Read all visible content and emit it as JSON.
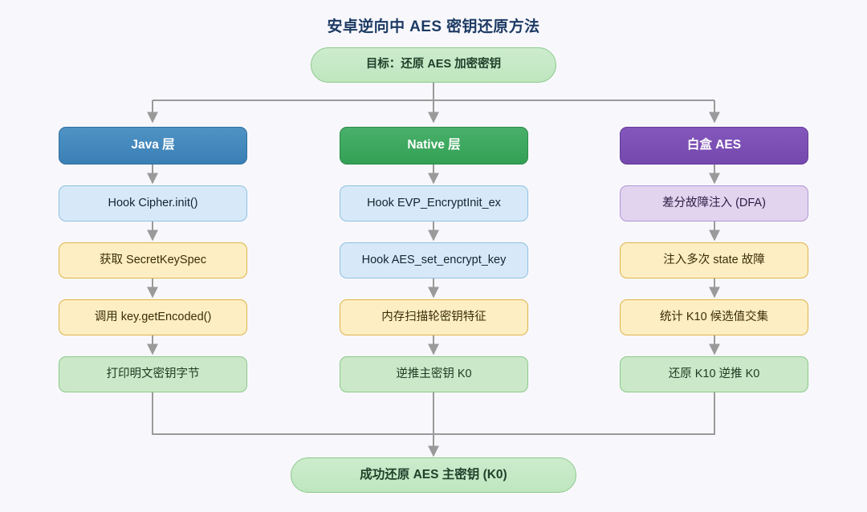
{
  "title": "安卓逆向中 AES 密钥还原方法",
  "background_color": "#f8f8fc",
  "title_color": "#1c3a63",
  "edge_color": "#9a9a9a",
  "goal": {
    "label": "目标：还原 AES 加密密钥",
    "shape": "terminal",
    "color": "#bfe6bf"
  },
  "columns": [
    {
      "key": "java",
      "header": {
        "label": "Java 层",
        "color": "#3a7fb5"
      },
      "steps": [
        {
          "label": "Hook Cipher.init()",
          "style": "blue"
        },
        {
          "label": "获取 SecretKeySpec",
          "style": "amber"
        },
        {
          "label": "调用 key.getEncoded()",
          "style": "amber"
        },
        {
          "label": "打印明文密钥字节",
          "style": "green"
        }
      ]
    },
    {
      "key": "native",
      "header": {
        "label": "Native 层",
        "color": "#33a055"
      },
      "steps": [
        {
          "label": "Hook EVP_EncryptInit_ex",
          "style": "blue"
        },
        {
          "label": "Hook AES_set_encrypt_key",
          "style": "blue"
        },
        {
          "label": "内存扫描轮密钥特征",
          "style": "amber"
        },
        {
          "label": "逆推主密钥 K0",
          "style": "green"
        }
      ]
    },
    {
      "key": "whitebox",
      "header": {
        "label": "白盒 AES",
        "color": "#7448ad"
      },
      "steps": [
        {
          "label": "差分故障注入 (DFA)",
          "style": "purple"
        },
        {
          "label": "注入多次 state 故障",
          "style": "amber"
        },
        {
          "label": "统计 K10 候选值交集",
          "style": "amber"
        },
        {
          "label": "还原 K10 逆推 K0",
          "style": "green"
        }
      ]
    }
  ],
  "result": {
    "label": "成功还原 AES 主密钥 (K0)",
    "shape": "terminal",
    "color": "#bfe6bf"
  }
}
